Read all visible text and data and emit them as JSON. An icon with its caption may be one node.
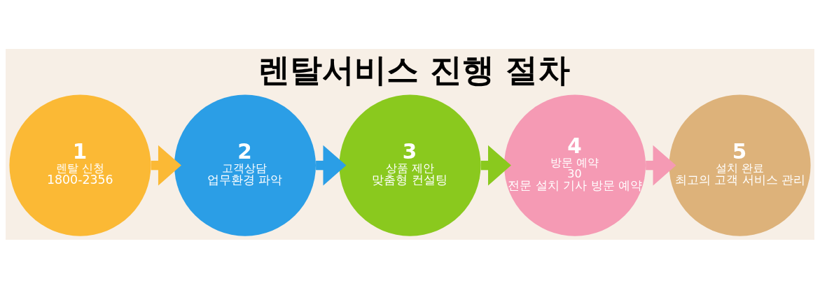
{
  "diagram": {
    "title": "렌탈서비스 진행 절차",
    "nodes": [
      {
        "text": [
          "1",
          "렌탈 신청",
          "1800-2356"
        ]
      },
      {
        "text": [
          "2",
          "고객상담",
          "업무환경 파악"
        ]
      },
      {
        "text": [
          "3",
          "상품 제안",
          "맞춤형 컨설팅"
        ]
      },
      {
        "text": [
          "4",
          "방문 예약",
          "30",
          "전문 설치 기사 방문 예약"
        ]
      },
      {
        "text": [
          "5",
          "설치 완료",
          "최고의 고객 서비스 관리"
        ]
      }
    ],
    "edges": [
      {
        "from": 0,
        "to": 1,
        "arrow": "to",
        "color": "#fbb935"
      },
      {
        "from": 1,
        "to": 2,
        "arrow": "to",
        "color": "#2b9ee6"
      },
      {
        "from": 2,
        "to": 3,
        "arrow": "to",
        "color": "#8ac91e"
      },
      {
        "from": 3,
        "to": 4,
        "arrow": "to",
        "color": "#f59ab4"
      }
    ]
  }
}
